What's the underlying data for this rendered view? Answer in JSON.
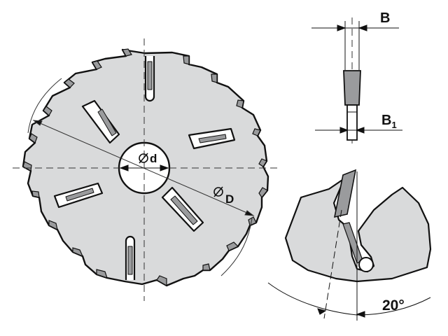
{
  "labels": {
    "bore_diameter": "d",
    "outer_diameter": "D",
    "width_b": "B",
    "width_b1": "B",
    "width_b1_sub": "1",
    "angle": "20°"
  },
  "symbols": {
    "diameter_glyph": "diameter-symbol-icon"
  },
  "colors": {
    "blade_fill": "#d9dadb",
    "tip_fill": "#9a9b9d",
    "outline": "#111111",
    "centerline": "#333333"
  }
}
